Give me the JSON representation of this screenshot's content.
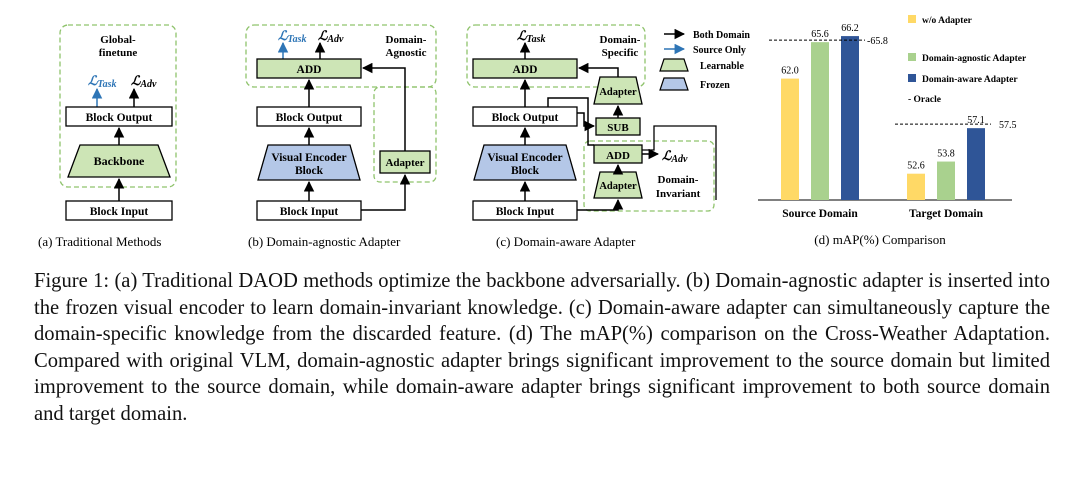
{
  "panel_a": {
    "box_title_line1": "Global-",
    "box_title_line2": "finetune",
    "loss_task": "ℒ",
    "loss_task_sub": "Task",
    "loss_adv": "ℒ",
    "loss_adv_sub": "Adv",
    "block_output": "Block Output",
    "backbone": "Backbone",
    "block_input": "Block Input",
    "subcaption": "(a) Traditional Methods"
  },
  "panel_b": {
    "loss_task": "ℒ",
    "loss_task_sub": "Task",
    "loss_adv": "ℒ",
    "loss_adv_sub": "Adv",
    "box_title_line1": "Domain-",
    "box_title_line2": "Agnostic",
    "add": "ADD",
    "block_output": "Block Output",
    "encoder_line1": "Visual Encoder",
    "encoder_line2": "Block",
    "adapter": "Adapter",
    "block_input": "Block Input",
    "subcaption": "(b) Domain-agnostic Adapter"
  },
  "panel_c": {
    "loss_task": "ℒ",
    "loss_task_sub": "Task",
    "specific_line1": "Domain-",
    "specific_line2": "Specific",
    "add_top": "ADD",
    "adapter_top": "Adapter",
    "sub": "SUB",
    "block_output": "Block Output",
    "add_mid": "ADD",
    "loss_adv": "ℒ",
    "loss_adv_sub": "Adv",
    "encoder_line1": "Visual Encoder",
    "encoder_line2": "Block",
    "adapter_bottom": "Adapter",
    "invariant_line1": "Domain-",
    "invariant_line2": "Invariant",
    "block_input": "Block Input",
    "subcaption": "(c) Domain-aware Adapter"
  },
  "legend": {
    "both_domain": "Both Domain",
    "source_only": "Source Only",
    "learnable": "Learnable",
    "frozen": "Frozen"
  },
  "chart_data": {
    "type": "bar",
    "categories": [
      "Source Domain",
      "Target Domain"
    ],
    "series": [
      {
        "name": "w/o Adapter",
        "values": [
          62.0,
          52.6
        ],
        "labels": [
          "62.0",
          "52.6"
        ]
      },
      {
        "name": "Domain-agnostic Adapter",
        "values": [
          65.6,
          53.8
        ],
        "labels": [
          "65.6",
          "53.8"
        ]
      },
      {
        "name": "Domain-aware Adapter",
        "values": [
          66.2,
          57.1
        ],
        "labels": [
          "66.2",
          "57.1"
        ]
      }
    ],
    "oracle": {
      "name": "Oracle",
      "legend_label": "- Oracle",
      "values": [
        65.8,
        57.5
      ],
      "labels": [
        "65.8",
        "57.5"
      ]
    },
    "colors": [
      "#FFD966",
      "#A9D18E",
      "#2F5597"
    ],
    "ylim": [
      50,
      67
    ],
    "legend_position": "right",
    "subcaption": "(d) mAP(%) Comparison"
  },
  "colors": {
    "learnable": "#CDE5B6",
    "frozen": "#B4C7E7",
    "dashed_box": "#8FC36C",
    "blue_arrow": "#2E75B6"
  },
  "caption": {
    "text": "Figure 1: (a) Traditional DAOD methods optimize the backbone adversarially. (b) Domain-agnostic adapter is inserted into the frozen visual encoder to learn domain-invariant knowledge. (c) Domain-aware adapter can simultaneously capture the domain-specific knowledge from the discarded feature. (d) The mAP(%) comparison on the Cross-Weather Adaptation. Compared with original VLM, domain-agnostic adapter brings significant improvement to the source domain but limited improvement to the source domain, while domain-aware adapter brings significant improvement to both source domain and target domain."
  }
}
